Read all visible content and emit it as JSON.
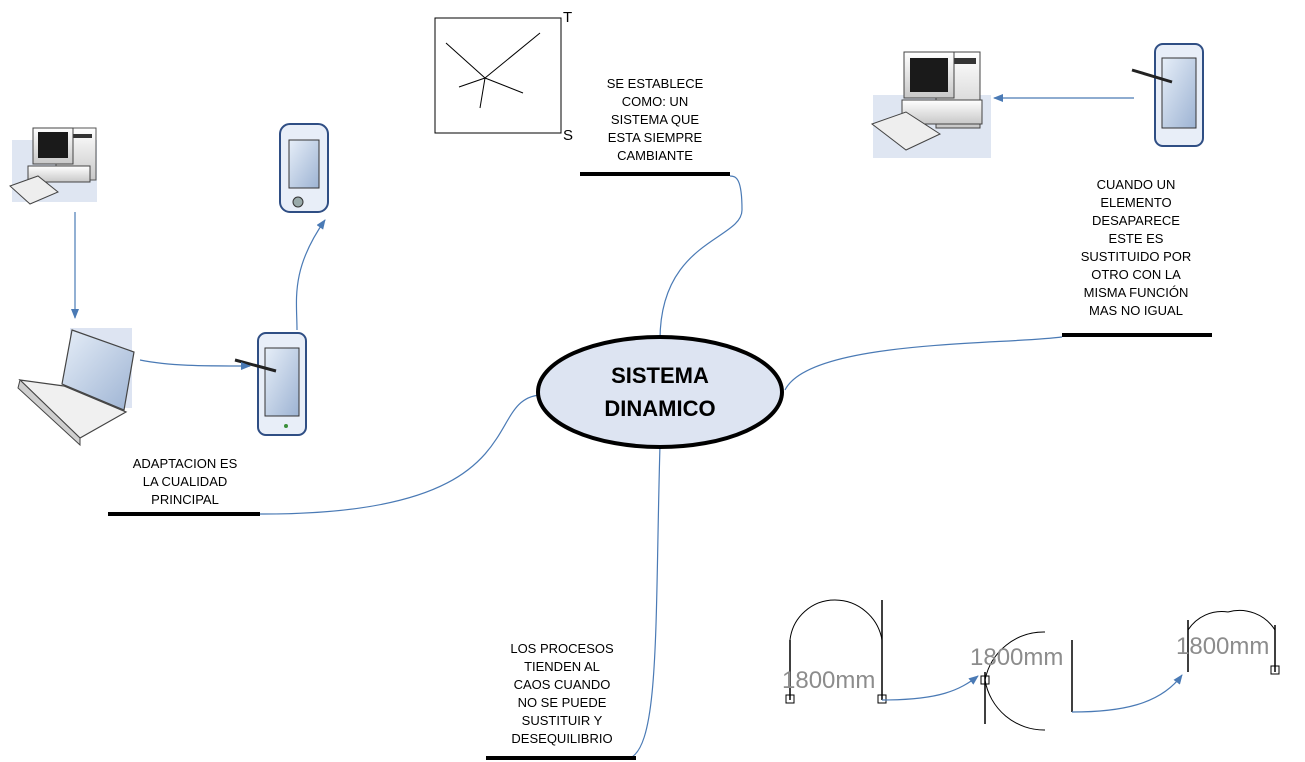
{
  "center": {
    "line1": "SISTEMA",
    "line2": "DINAMICO"
  },
  "nodes": {
    "top": {
      "lines": [
        "SE ESTABLECE",
        "COMO: UN",
        "SISTEMA QUE",
        "ESTA SIEMPRE",
        "CAMBIANTE"
      ]
    },
    "right": {
      "lines": [
        "CUANDO UN",
        "ELEMENTO",
        "DESAPARECE",
        "ESTE ES",
        "SUSTITUIDO POR",
        "OTRO CON LA",
        "MISMA FUNCIÓN",
        "MAS NO IGUAL"
      ]
    },
    "left": {
      "lines": [
        "ADAPTACION ES",
        "LA CUALIDAD",
        "PRINCIPAL"
      ]
    },
    "bottom": {
      "lines": [
        "LOS PROCESOS",
        "TIENDEN AL",
        "CAOS CUANDO",
        "NO SE PUEDE",
        "SUSTITUIR Y",
        "DESEQUILIBRIO"
      ]
    }
  },
  "inset": {
    "label_top": "T",
    "label_bottom": "S"
  },
  "doors": {
    "label1": "1800mm",
    "label2": "1800mm",
    "label3": "1800mm"
  },
  "colors": {
    "connector": "#4a7ab5",
    "center_fill": "#dde4f2",
    "underline": "#000000"
  }
}
